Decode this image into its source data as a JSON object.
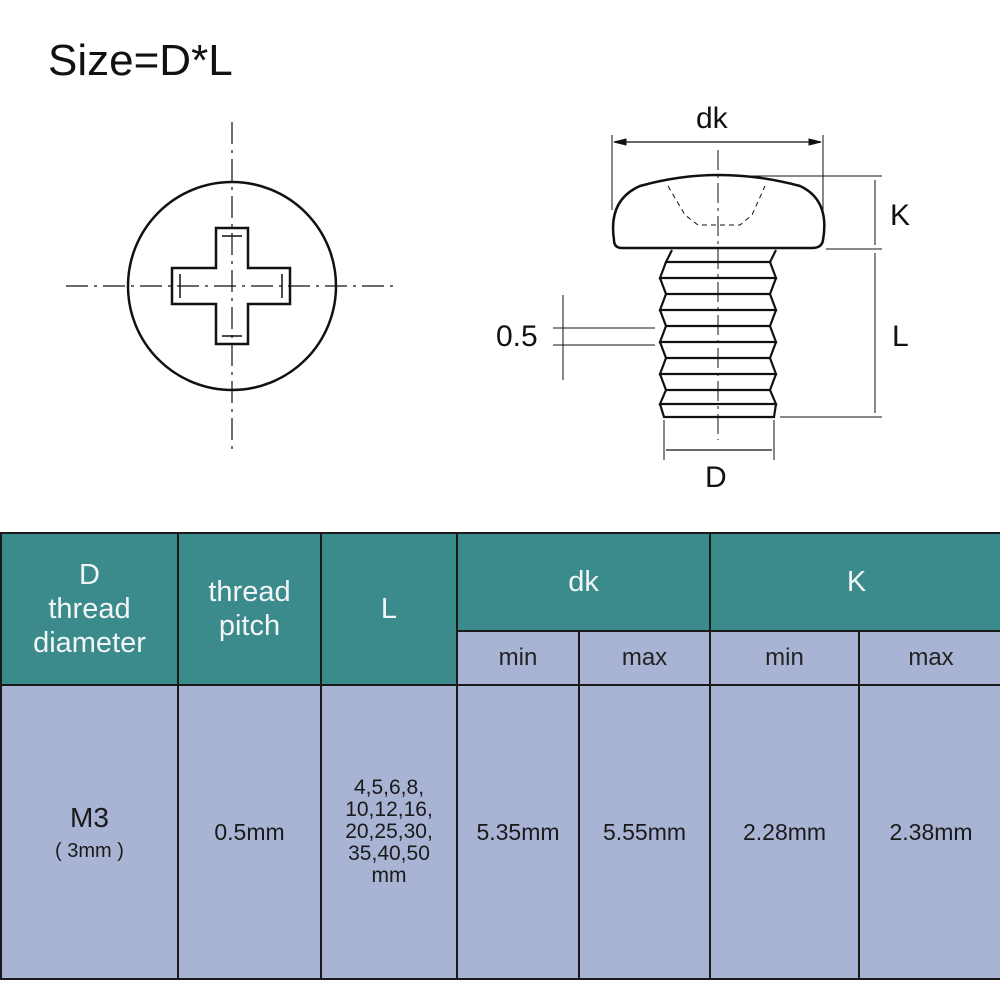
{
  "title": "Size=D*L",
  "diagram": {
    "dk": "dk",
    "k": "K",
    "l": "L",
    "d": "D",
    "pitch": "0.5"
  },
  "table": {
    "headers": {
      "d": [
        "D",
        "thread",
        "diameter"
      ],
      "pitch": [
        "thread",
        "pitch"
      ],
      "l": "L",
      "dk": "dk",
      "k": "K",
      "min": "min",
      "max": "max"
    },
    "row": {
      "d": "M3",
      "d_sub": "( 3mm )",
      "pitch": "0.5mm",
      "l": [
        "4,5,6,8,",
        "10,12,16,",
        "20,25,30,",
        "35,40,50",
        "mm"
      ],
      "dk_min": "5.35mm",
      "dk_max": "5.55mm",
      "k_min": "2.28mm",
      "k_max": "2.38mm"
    }
  }
}
